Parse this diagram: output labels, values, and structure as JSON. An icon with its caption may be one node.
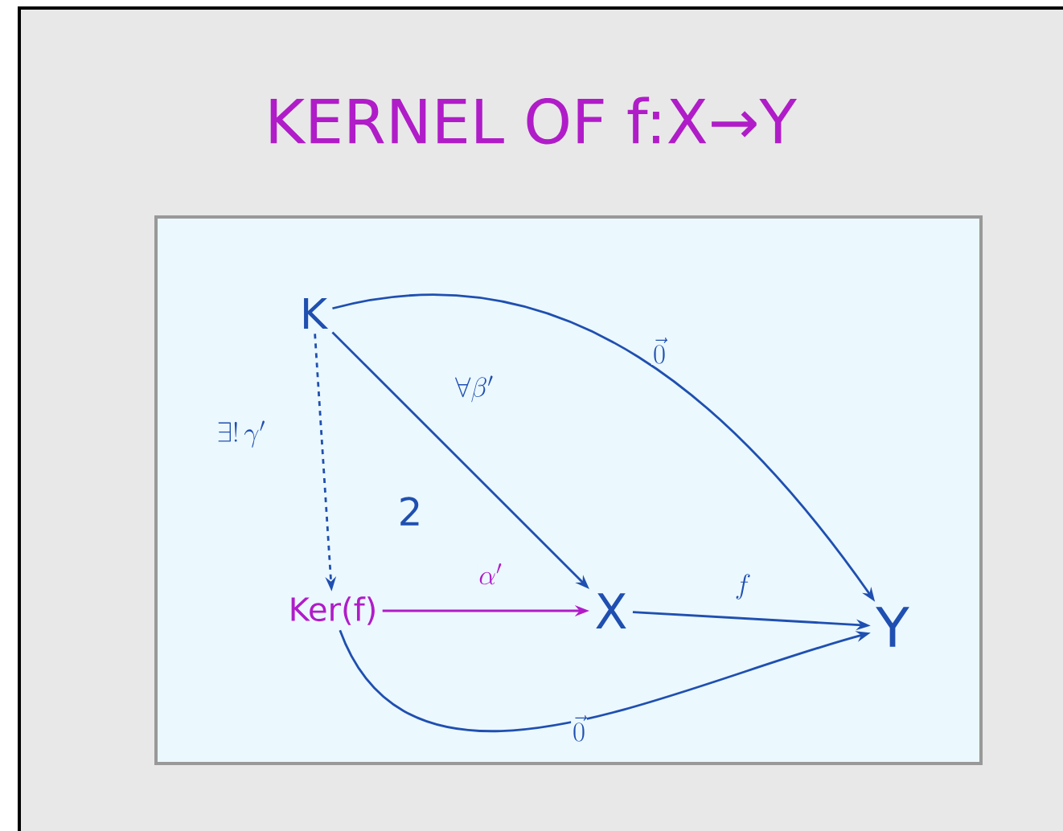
{
  "diagram": {
    "title": "KERNEL OF f:X→Y",
    "nodes": [
      {
        "text": [],
        "shape": "box"
      },
      {
        "text": [
          "K"
        ],
        "in": 0
      },
      {
        "text": [
          "Ker(f)"
        ],
        "in": 0
      },
      {
        "text": [
          "X"
        ],
        "in": 0
      },
      {
        "text": [
          "Y"
        ],
        "in": 0
      }
    ],
    "edges": [
      {
        "from": 1,
        "to": 4,
        "arrow": "to",
        "label": "\\vec{0}"
      },
      {
        "from": 1,
        "to": 3,
        "arrow": "to",
        "label": "\\forall\\beta'"
      },
      {
        "from": 1,
        "to": 2,
        "arrow": "to",
        "label": "\\exists!\\,\\gamma'",
        "style": "dashed"
      },
      {
        "from": 2,
        "to": 3,
        "arrow": "to",
        "label": "\\alpha'",
        "color": "#b01cc8"
      },
      {
        "from": 3,
        "to": 4,
        "arrow": "to",
        "label": "f"
      },
      {
        "from": 2,
        "to": 4,
        "arrow": "to",
        "label": "\\vec{0}"
      }
    ],
    "labels": [
      "2"
    ]
  }
}
